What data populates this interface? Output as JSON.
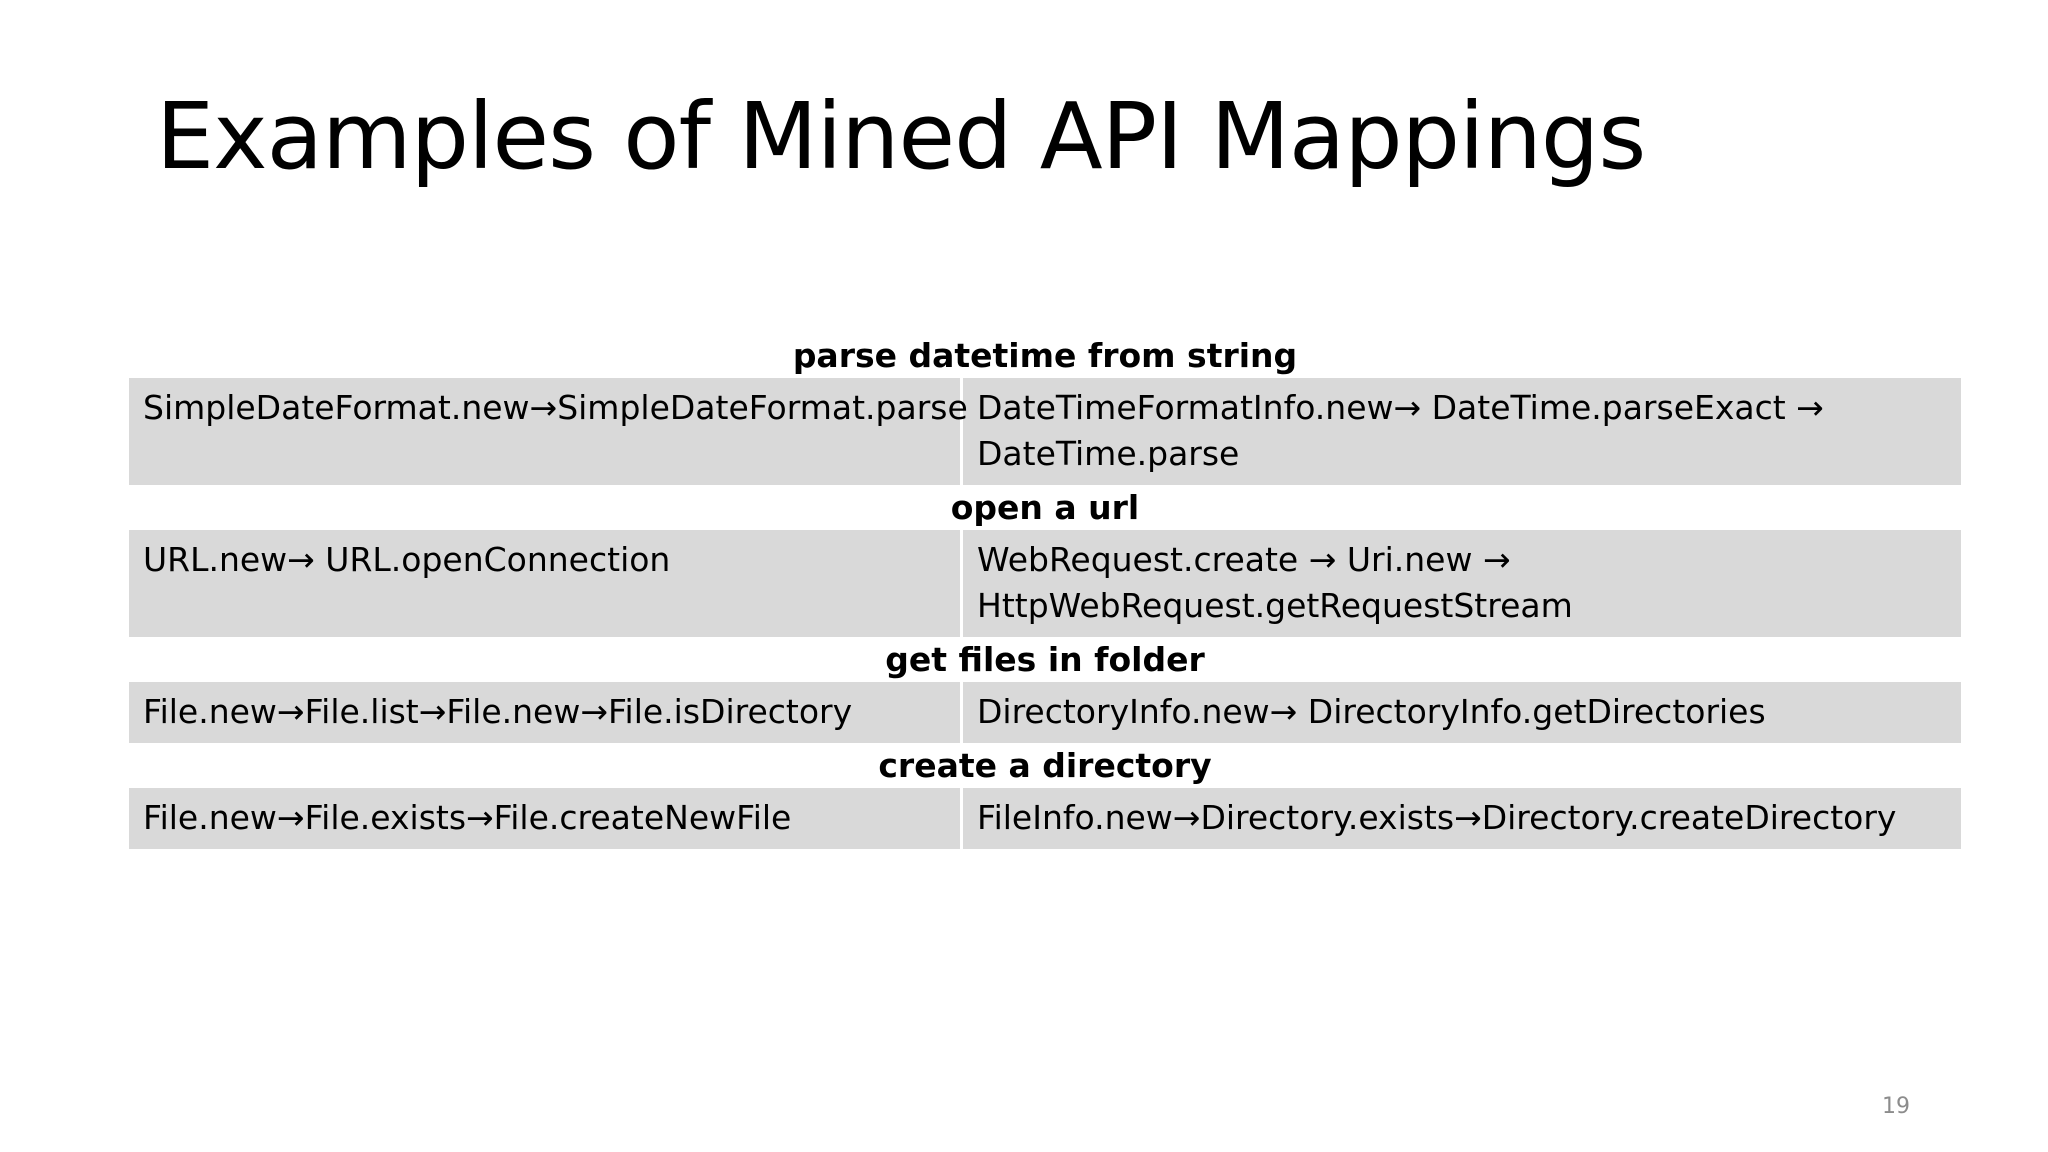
{
  "slide": {
    "title": "Examples of Mined API Mappings",
    "page_number": "19"
  },
  "groups": [
    {
      "heading": "parse datetime from string",
      "java": "SimpleDateFormat.new→SimpleDateFormat.parse",
      "csharp": "DateTimeFormatInfo.new→ DateTime.parseExact → DateTime.parse"
    },
    {
      "heading": "open a url",
      "java": "URL.new→ URL.openConnection",
      "csharp": "WebRequest.create → Uri.new → HttpWebRequest.getRequestStream"
    },
    {
      "heading": "get files in folder",
      "java": "File.new→File.list→File.new→File.isDirectory",
      "csharp": "DirectoryInfo.new→ DirectoryInfo.getDirectories"
    },
    {
      "heading": "create a directory",
      "java": "File.new→File.exists→File.createNewFile",
      "csharp": "FileInfo.new→Directory.exists→Directory.createDirectory"
    }
  ]
}
